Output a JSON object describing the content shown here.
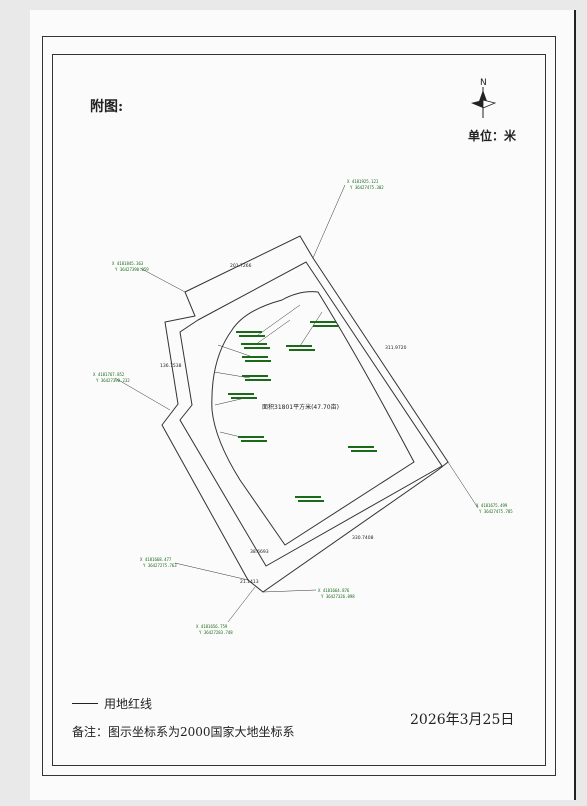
{
  "document": {
    "figure_label": "附图:",
    "unit_label": "单位：米",
    "north_label": "N",
    "area_label": "面积31801平方米(47.70亩)",
    "legend_label": "用地红线",
    "note": "备注：图示坐标系为2000国家大地坐标系",
    "date": "2026年3月25日"
  },
  "dimensions": {
    "d1": "201.7266",
    "d2": "311.9720",
    "d3": "136.7538",
    "d4": "330.7408",
    "d5": "38.6693",
    "d6": "21.1413"
  },
  "coordinates": {
    "p1": {
      "x": "X 4181925.121",
      "y": "Y 36427475.302"
    },
    "p2": {
      "x": "X 4181845.363",
      "y": "Y 36427390.059"
    },
    "p3": {
      "x": "X 4181767.852",
      "y": "Y 36427390.232"
    },
    "p4": {
      "x": "X 4181675.499",
      "y": "Y 36427475.785"
    },
    "p5": {
      "x": "X 4181668.477",
      "y": "Y 36427275.763"
    },
    "p6": {
      "x": "X 4181656.759",
      "y": "Y 36427283.748"
    },
    "p7": {
      "x": "X 4181664.876",
      "y": "Y 36427326.898"
    }
  }
}
